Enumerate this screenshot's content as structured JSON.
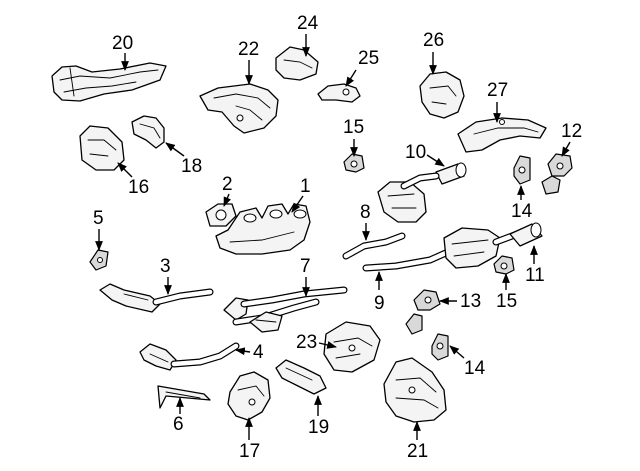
{
  "callouts": {
    "c1": "1",
    "c2": "2",
    "c3": "3",
    "c4": "4",
    "c5": "5",
    "c6": "6",
    "c7": "7",
    "c8": "8",
    "c9": "9",
    "c10": "10",
    "c11": "11",
    "c12": "12",
    "c13": "13",
    "c14a": "14",
    "c14b": "14",
    "c15a": "15",
    "c15b": "15",
    "c16": "16",
    "c17": "17",
    "c18": "18",
    "c19": "19",
    "c20": "20",
    "c21": "21",
    "c22": "22",
    "c23": "23",
    "c24": "24",
    "c25": "25",
    "c26": "26",
    "c27": "27"
  }
}
